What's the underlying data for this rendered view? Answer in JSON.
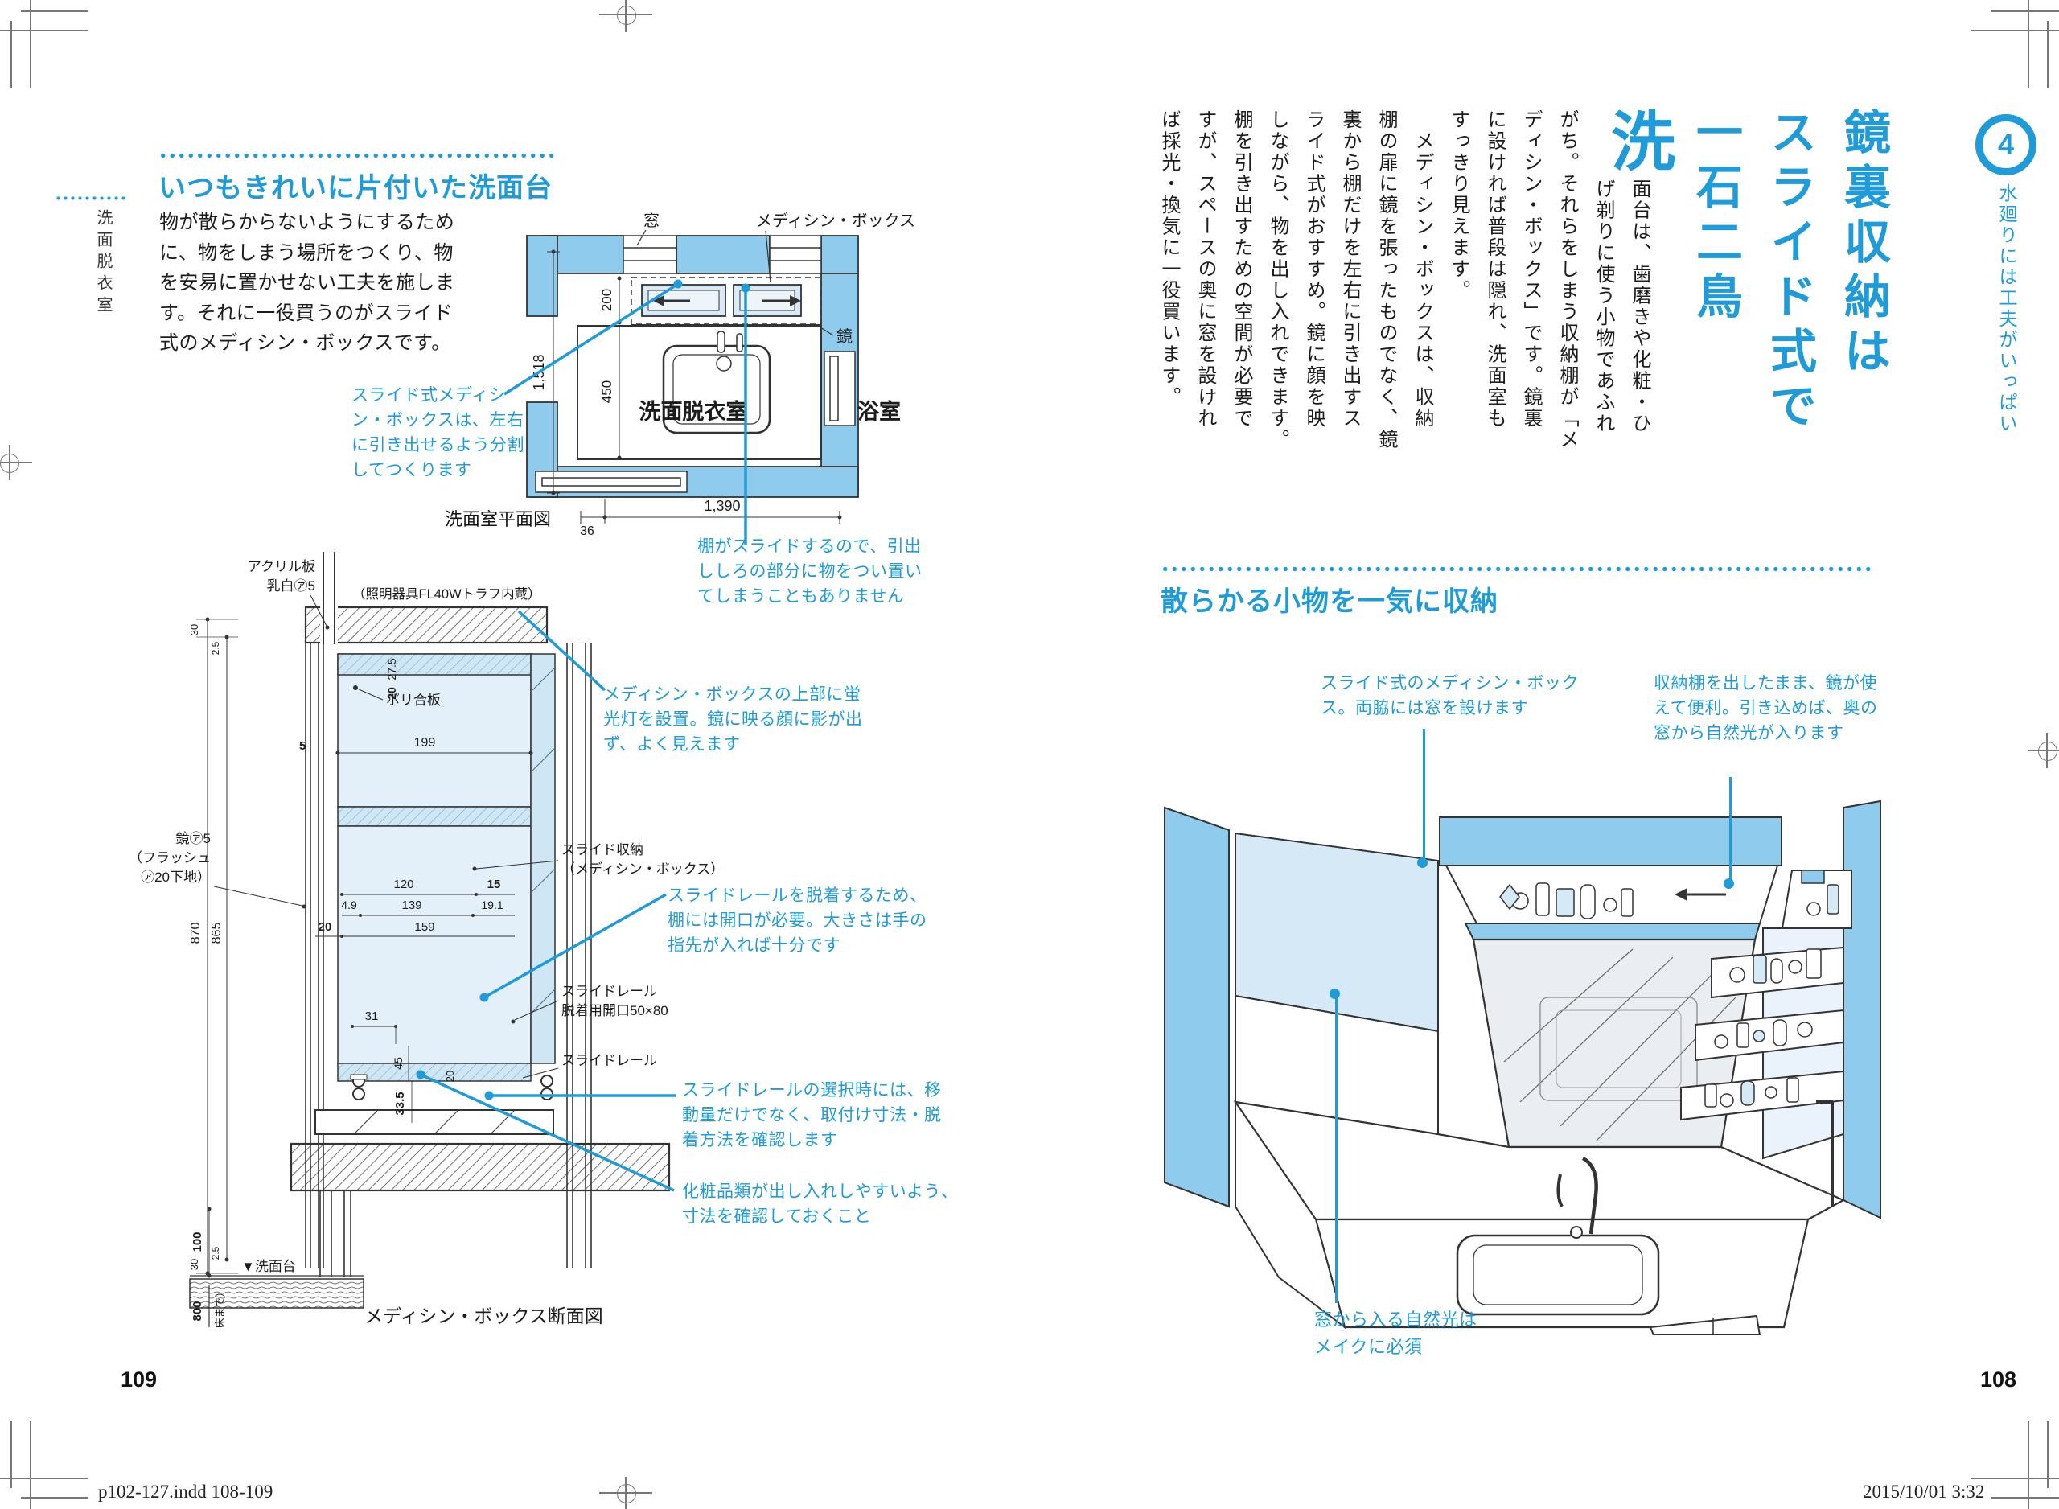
{
  "colors": {
    "accent": "#1E9BD8",
    "wall": "#8FCBEC",
    "panel": "#D8EAF7",
    "light_panel": "#E3EFF9"
  },
  "footer": {
    "left": "p102-127.indd   108-109",
    "right": "2015/10/01   3:32"
  },
  "left": {
    "page_number": "109",
    "margin_label": "洗面脱衣室",
    "heading": "いつもきれいに片付いた洗面台",
    "body": "物が散らからないようにするため\nに、物をしまう場所をつくり、物\nを安易に置かせない工夫を施しま\nす。それに一役買うのがスライド\n式のメディシン・ボックスです。",
    "ann": {
      "split": "スライド式メディシ\nン・ボックスは、左右\nに引き出せるよう分割\nしてつくります",
      "slide": "棚がスライドするので、引出\nししろの部分に物をつい置い\nてしまうこともありません",
      "light": "メディシン・ボックスの上部に蛍\n光灯を設置。鏡に映る顔に影が出\nず、よく見えます",
      "opening": "スライドレールを脱着するため、\n棚には開口が必要。大きさは手の\n指先が入れば十分です",
      "rail": "スライドレールの選択時には、移\n動量だけでなく、取付け寸法・脱\n着方法を確認します",
      "cosmetics": "化粧品類が出し入れしやすいよう、\n寸法を確認しておくこと"
    },
    "plan": {
      "caption": "洗面室平面図",
      "window": "窓",
      "box": "メディシン・ボックス",
      "mirror": "鏡",
      "room": "洗面脱衣室",
      "bath": "浴室",
      "d1518": "1,518",
      "d200": "200",
      "d450": "450",
      "d1390": "1,390",
      "d36": "36"
    },
    "sec": {
      "caption": "メディシン・ボックス断面図",
      "acrylic1": "アクリル板",
      "acrylic2": "乳白㋐5",
      "lamp": "（照明器具FL40Wトラフ内蔵）",
      "poly": "ポリ合板",
      "mirror1": "鏡㋐5",
      "mirror2": "（フラッシュ",
      "mirror3": "㋐20下地）",
      "storage1": "スライド収納",
      "storage2": "（メディシン・ボックス）",
      "railopen1": "スライドレール",
      "railopen2": "脱着用開口50×80",
      "rail": "スライドレール",
      "vanity": "▼洗面台",
      "floornote": "（床まで）",
      "t30": "30",
      "t25": "2.5",
      "d275": "27.5",
      "d20a": "20",
      "d5": "5",
      "d199": "199",
      "d870": "870",
      "d865": "865",
      "d120": "120",
      "d15": "15",
      "d49": "4.9",
      "d139": "139",
      "d191": "19.1",
      "d20b": "20",
      "d159": "159",
      "d31": "31",
      "d45": "45",
      "d20c": "20",
      "d335": "33.5",
      "b30": "30",
      "b25": "2.5",
      "d100": "100",
      "d800": "800"
    }
  },
  "right": {
    "page_number": "108",
    "chap_no": "4",
    "chap_label": "水廻りには工夫がいっぱい",
    "title": "鏡裏収納は\nスライド式で\n一石二鳥",
    "dropcap": "洗",
    "intro": "面台は、歯磨きや化粧・ひ\nげ剃りに使う小物であふれ",
    "body": "がち。それらをしまう収納棚が「メ\nディシン・ボックス」です。鏡裏\nに設ければ普段は隠れ、洗面室も\nすっきり見えます。\n　メディシン・ボックスは、収納\n棚の扉に鏡を張ったものでなく、鏡\n裏から棚だけを左右に引き出すス\nライド式がおすすめ。鏡に顔を映\nしながら、物を出し入れできます。\n棚を引き出すための空間が必要で\nすが、スペースの奥に窓を設けれ\nば採光・換気に一役買います。",
    "heading": "散らかる小物を一気に収納",
    "ann": {
      "slidebox": "スライド式のメディシン・ボック\nス。両脇には窓を設けます",
      "shelfout": "収納棚を出したまま、鏡が使\nえて便利。引き込めば、奥の\n窓から自然光が入ります",
      "daylight": "窓から入る自然光は\nメイクに必須"
    }
  }
}
